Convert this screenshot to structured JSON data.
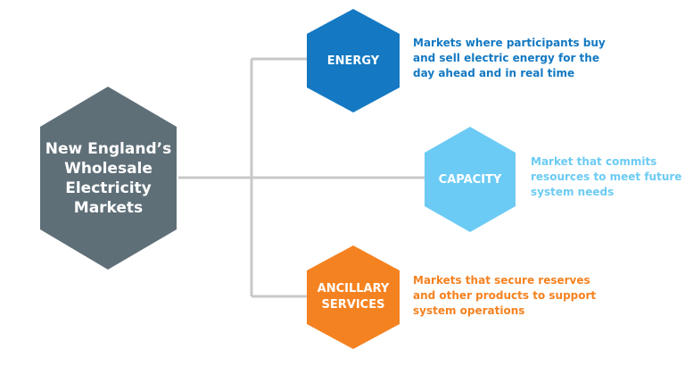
{
  "colors": {
    "center": "#5f6f78",
    "energy": "#1479c2",
    "capacity": "#6ccbf4",
    "ancillary": "#f58220",
    "connector": "#c8c8c8",
    "text_white": "#ffffff"
  },
  "center": {
    "label_lines": [
      "New England’s",
      "Wholesale",
      "Electricity",
      "Markets"
    ]
  },
  "markets": [
    {
      "id": "energy",
      "label_lines": [
        "ENERGY"
      ],
      "description_lines": [
        "Markets where participants buy",
        "and sell electric energy for the",
        "day ahead and in real time"
      ]
    },
    {
      "id": "capacity",
      "label_lines": [
        "CAPACITY"
      ],
      "description_lines": [
        "Market that commits",
        "resources to meet future",
        "system needs"
      ]
    },
    {
      "id": "ancillary",
      "label_lines": [
        "ANCILLARY",
        "SERVICES"
      ],
      "description_lines": [
        "Markets that secure reserves",
        "and other products to support",
        "system operations"
      ]
    }
  ]
}
